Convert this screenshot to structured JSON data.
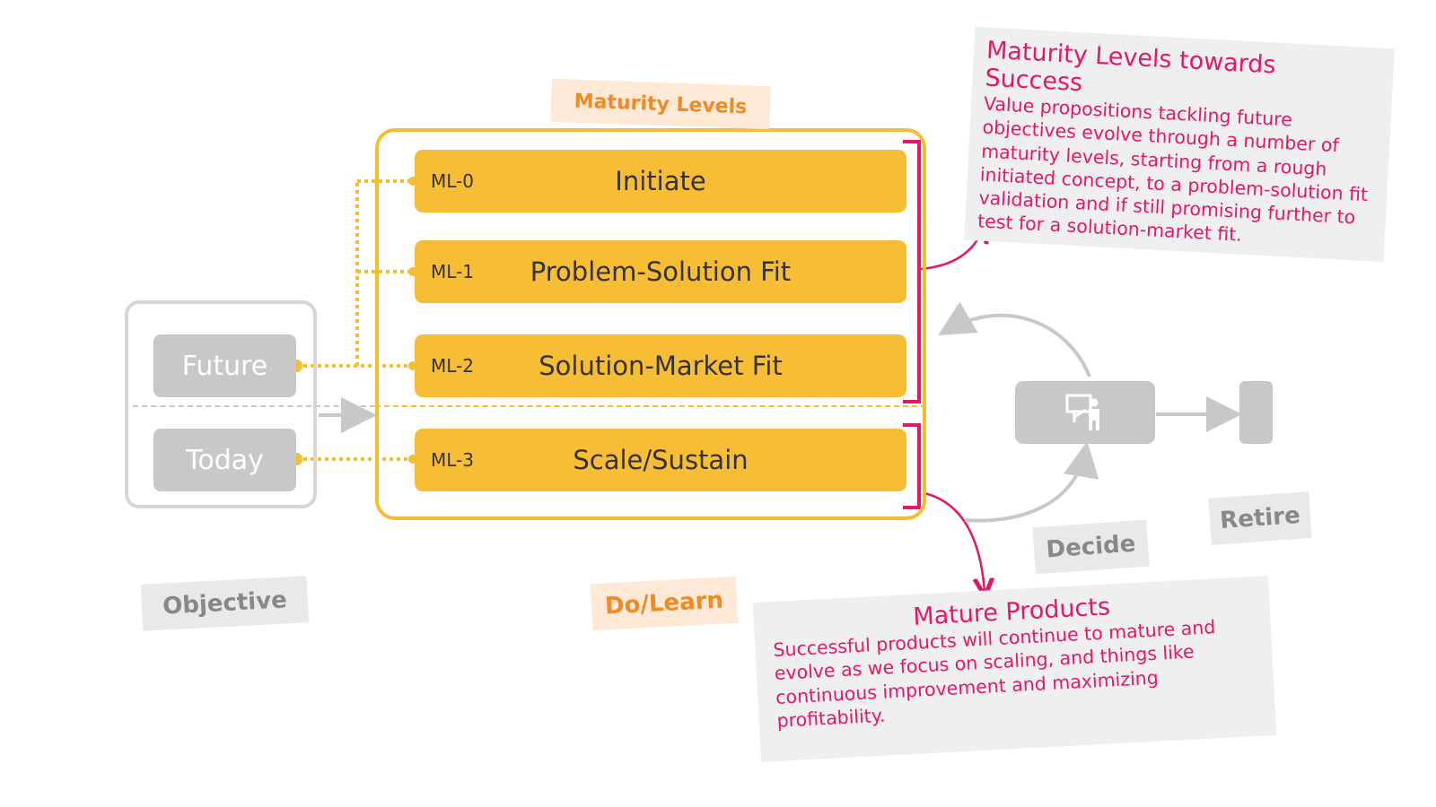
{
  "objective": {
    "label": "Objective",
    "future": "Future",
    "today": "Today"
  },
  "maturity": {
    "header": "Maturity Levels",
    "footer": "Do/Learn",
    "levels": [
      {
        "code": "ML-0",
        "title": "Initiate"
      },
      {
        "code": "ML-1",
        "title": "Problem-Solution Fit"
      },
      {
        "code": "ML-2",
        "title": "Solution-Market Fit"
      },
      {
        "code": "ML-3",
        "title": "Scale/Sustain"
      }
    ]
  },
  "decide": {
    "label": "Decide",
    "icon": "presenter-icon"
  },
  "retire": {
    "label": "Retire"
  },
  "callouts": {
    "maturity_levels": {
      "title": "Maturity Levels towards Success",
      "body": "Value propositions tackling future objectives evolve through a number of maturity levels, starting from a rough initiated concept, to a problem-solution fit validation and if still promising further to test for a solution-market fit."
    },
    "mature_products": {
      "title": "Mature Products",
      "body": "Successful products will continue to mature and evolve as we focus on scaling, and things like continuous improvement and maximizing profitability."
    }
  },
  "colors": {
    "accent_yellow": "#f7bd35",
    "callout_pink": "#e5176a",
    "tag_orange": "#f08a24",
    "neutral_grey": "#c8c8c8"
  }
}
